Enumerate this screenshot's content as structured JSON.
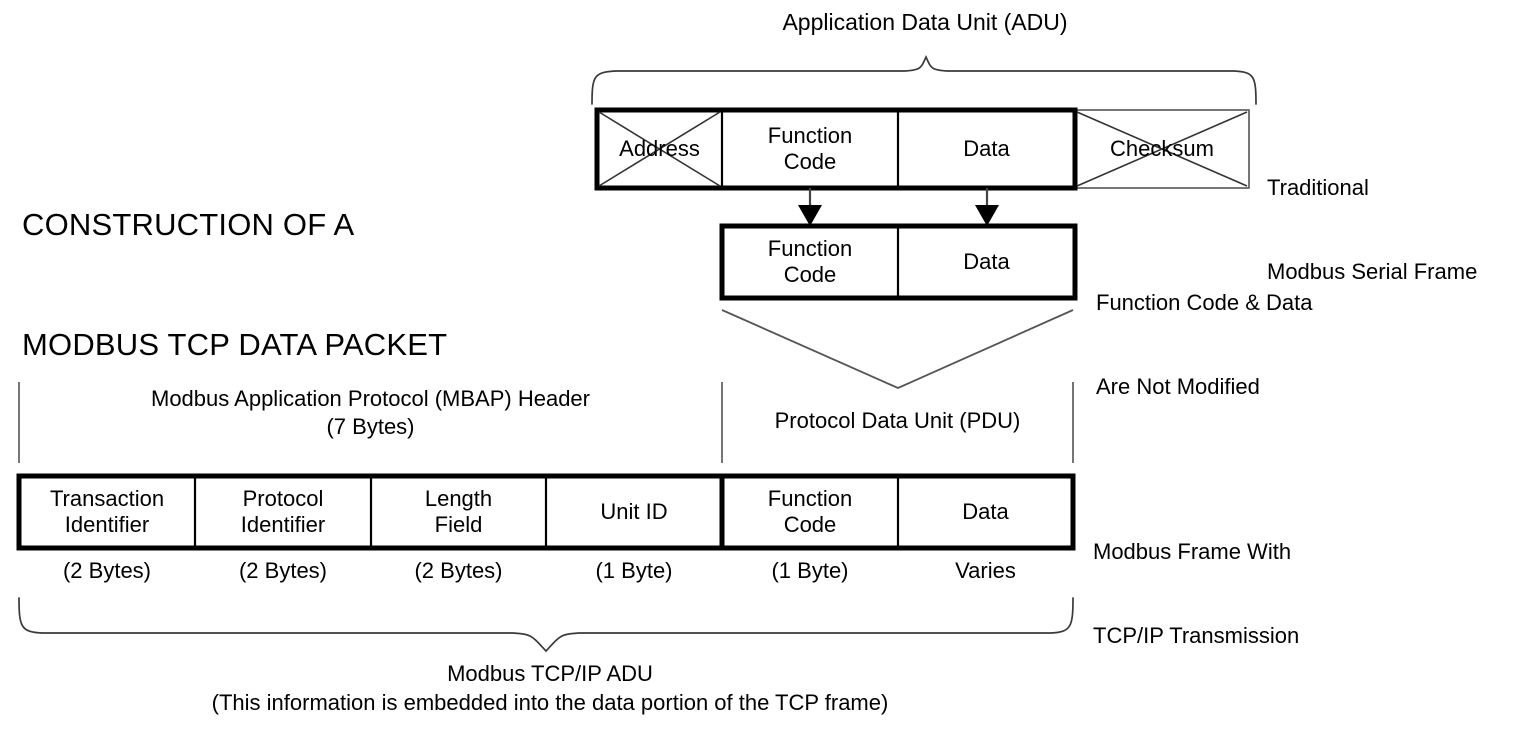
{
  "page": {
    "title_line1": "CONSTRUCTION OF A",
    "title_line2": "MODBUS TCP DATA PACKET",
    "background_color": "#ffffff",
    "ink_color": "#000000"
  },
  "adu_bracket": {
    "label": "Application Data Unit (ADU)"
  },
  "serial_frame": {
    "side_label_line1": "Traditional",
    "side_label_line2": "Modbus Serial Frame",
    "fields": [
      {
        "label": "Address",
        "crossed_out": true
      },
      {
        "label": "Function\nCode",
        "crossed_out": false
      },
      {
        "label": "Data",
        "crossed_out": false
      },
      {
        "label": "Checksum",
        "crossed_out": true
      }
    ]
  },
  "pdu_box": {
    "side_label_line1": "Function Code & Data",
    "side_label_line2": "Are Not Modified",
    "fields": [
      {
        "label": "Function\nCode"
      },
      {
        "label": "Data"
      }
    ]
  },
  "tcp_frame": {
    "mbap_caption_line1": "Modbus Application Protocol (MBAP) Header",
    "mbap_caption_line2": "(7 Bytes)",
    "pdu_caption": "Protocol Data Unit (PDU)",
    "side_label_line1": "Modbus Frame With",
    "side_label_line2": "TCP/IP Transmission",
    "fields": [
      {
        "label": "Transaction\nIdentifier",
        "size": "(2 Bytes)",
        "group": "mbap"
      },
      {
        "label": "Protocol\nIdentifier",
        "size": "(2 Bytes)",
        "group": "mbap"
      },
      {
        "label": "Length\nField",
        "size": "(2 Bytes)",
        "group": "mbap"
      },
      {
        "label": "Unit ID",
        "size": "(1 Byte)",
        "group": "mbap"
      },
      {
        "label": "Function\nCode",
        "size": "(1 Byte)",
        "group": "pdu"
      },
      {
        "label": "Data",
        "size": "Varies",
        "group": "pdu"
      }
    ]
  },
  "bottom_bracket": {
    "caption_line1": "Modbus TCP/IP ADU",
    "caption_line2": "(This information is embedded into the data portion of the TCP frame)"
  }
}
